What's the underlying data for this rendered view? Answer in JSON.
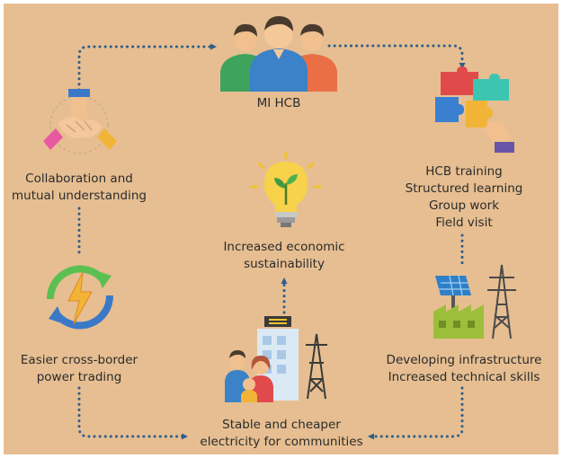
{
  "colors": {
    "background": "#e6be91",
    "arrow": "#2f5d8a",
    "text": "#2b2b2b"
  },
  "nodes": {
    "mi_hcb": {
      "label": "MI HCB",
      "icon": "people-group-icon"
    },
    "training": {
      "lines": [
        "HCB training",
        "Structured learning",
        "Group work",
        "Field visit"
      ],
      "icon": "puzzle-hand-icon"
    },
    "infrastructure": {
      "lines": [
        "Developing infrastructure",
        "Increased technical skills"
      ],
      "icon": "solar-factory-tower-icon"
    },
    "electricity": {
      "lines": [
        "Stable and cheaper",
        "electricity for communities"
      ],
      "icon": "family-building-icon"
    },
    "trading": {
      "lines": [
        "Easier cross-border",
        "power trading"
      ],
      "icon": "energy-cycle-icon"
    },
    "collaboration": {
      "lines": [
        "Collaboration and",
        "mutual understanding"
      ],
      "icon": "joined-hands-icon"
    },
    "sustainability": {
      "lines": [
        "Increased economic",
        "sustainability"
      ],
      "icon": "lightbulb-plant-icon"
    }
  }
}
